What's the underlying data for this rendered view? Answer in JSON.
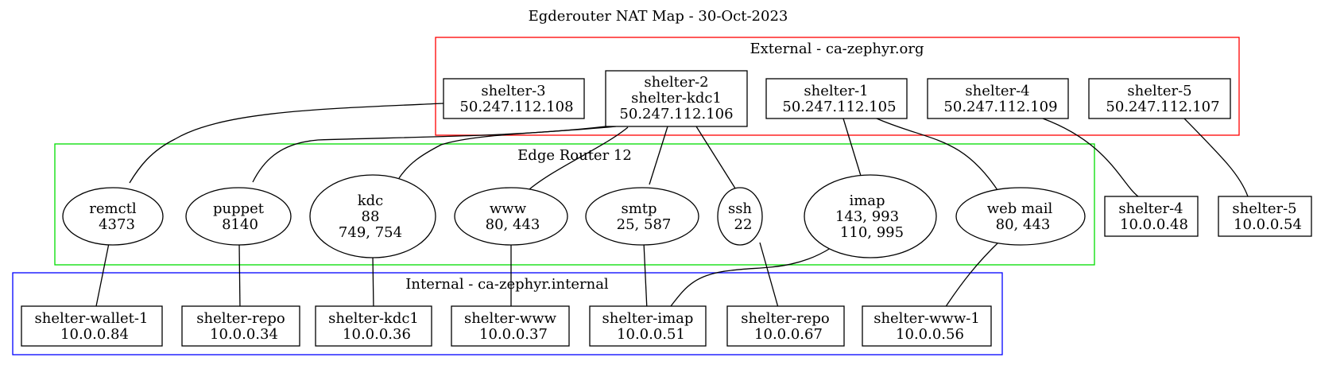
{
  "title": "Egderouter NAT Map - 30-Oct-2023",
  "colors": {
    "external": "#ff0000",
    "router": "#00dd00",
    "internal": "#0000ff",
    "edge": "#000000"
  },
  "clusters": {
    "external": {
      "label": "External - ca-zephyr.org"
    },
    "router": {
      "label": "Edge Router 12"
    },
    "internal": {
      "label": "Internal - ca-zephyr.internal"
    }
  },
  "nodes": {
    "ext_shelter3": [
      "shelter-3",
      "50.247.112.108"
    ],
    "ext_shelter2": [
      "shelter-2",
      "shelter-kdc1",
      "50.247.112.106"
    ],
    "ext_shelter1": [
      "shelter-1",
      "50.247.112.105"
    ],
    "ext_shelter4": [
      "shelter-4",
      "50.247.112.109"
    ],
    "ext_shelter5": [
      "shelter-5",
      "50.247.112.107"
    ],
    "svc_remctl": [
      "remctl",
      "4373"
    ],
    "svc_puppet": [
      "puppet",
      "8140"
    ],
    "svc_kdc": [
      "kdc",
      "88",
      "749, 754"
    ],
    "svc_www": [
      "www",
      "80, 443"
    ],
    "svc_smtp": [
      "smtp",
      "25, 587"
    ],
    "svc_ssh": [
      "ssh",
      "22"
    ],
    "svc_imap": [
      "imap",
      "143, 993",
      "110, 995"
    ],
    "svc_webmail": [
      "web mail",
      "80, 443"
    ],
    "int_shelter4": [
      "shelter-4",
      "10.0.0.48"
    ],
    "int_shelter5": [
      "shelter-5",
      "10.0.0.54"
    ],
    "int_wallet": [
      "shelter-wallet-1",
      "10.0.0.84"
    ],
    "int_repo34": [
      "shelter-repo",
      "10.0.0.34"
    ],
    "int_kdc1": [
      "shelter-kdc1",
      "10.0.0.36"
    ],
    "int_www": [
      "shelter-www",
      "10.0.0.37"
    ],
    "int_imap": [
      "shelter-imap",
      "10.0.0.51"
    ],
    "int_repo67": [
      "shelter-repo",
      "10.0.0.67"
    ],
    "int_www1": [
      "shelter-www-1",
      "10.0.0.56"
    ]
  }
}
